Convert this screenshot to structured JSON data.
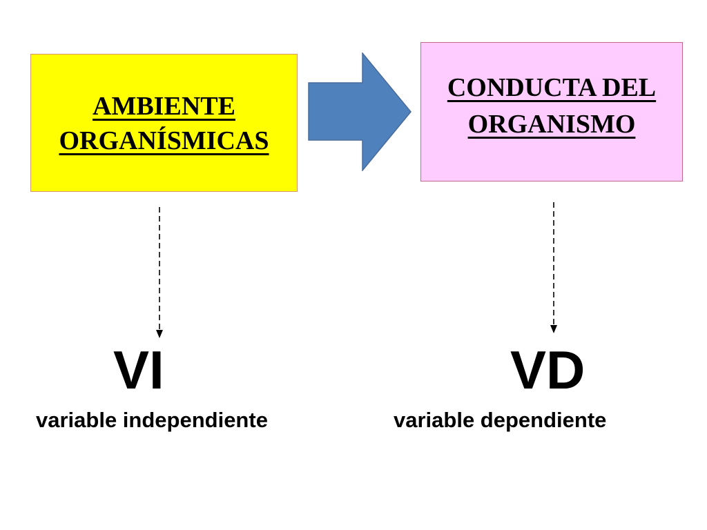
{
  "colors": {
    "left_box_fill": "#ffff00",
    "right_box_fill": "#ffccff",
    "arrow_fill": "#4f81bd",
    "text": "#000000"
  },
  "left_box": {
    "line1": "AMBIENTE",
    "line2": "ORGANÍSMICAS"
  },
  "right_box": {
    "line1": "CONDUCTA DEL",
    "line2": "ORGANISMO"
  },
  "flow_arrow": {
    "direction": "right",
    "icon": "block-arrow-right"
  },
  "left_variable": {
    "abbr": "VI",
    "caption": "variable independiente"
  },
  "right_variable": {
    "abbr": "VD",
    "caption": "variable dependiente"
  }
}
